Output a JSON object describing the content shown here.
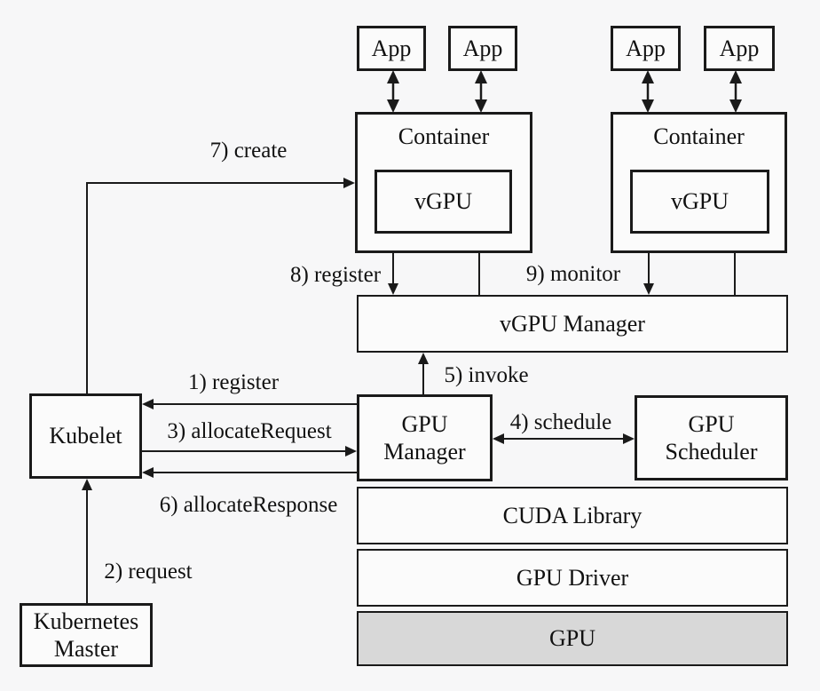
{
  "nodes": {
    "app1": "App",
    "app2": "App",
    "app3": "App",
    "app4": "App",
    "container_left": "Container",
    "container_right": "Container",
    "vgpu_left": "vGPU",
    "vgpu_right": "vGPU",
    "vgpu_manager": "vGPU Manager",
    "gpu_manager": "GPU\nManager",
    "gpu_scheduler": "GPU\nScheduler",
    "cuda_library": "CUDA Library",
    "gpu_driver": "GPU Driver",
    "gpu": "GPU",
    "kubelet": "Kubelet",
    "kubernetes_master": "Kubernetes\nMaster"
  },
  "edges": {
    "register_1": "1) register",
    "request_2": "2) request",
    "allocate_request_3": "3) allocateRequest",
    "schedule_4": "4) schedule",
    "invoke_5": "5) invoke",
    "allocate_response_6": "6) allocateResponse",
    "create_7": "7) create",
    "register_8": "8) register",
    "monitor_9": "9) monitor"
  },
  "colors": {
    "background": "#f7f7f8",
    "box_fill": "#fbfbfb",
    "gpu_fill": "#d8d8d8",
    "line": "#1a1a1a"
  }
}
